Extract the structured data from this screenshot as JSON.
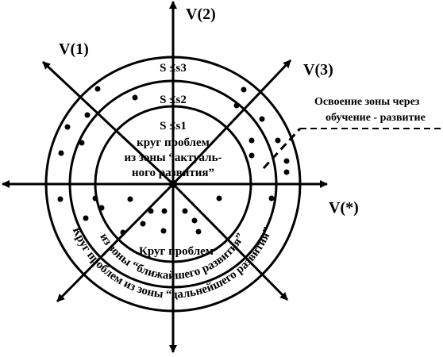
{
  "axes": {
    "v1": "V(1)",
    "v2": "V(2)",
    "v3": "V(3)",
    "vstar": "V(*)"
  },
  "levels": {
    "s3": "S ≤s3",
    "s2": "S ≤s2",
    "s1": "S ≤s1"
  },
  "inner_circle": {
    "line1": "круг проблем",
    "line2": "из зоны “актуаль-",
    "line3": "ного развития”"
  },
  "middle_circle": {
    "line1": "Круг проблем",
    "line2": "из зоны “ближайшего развития”"
  },
  "outer_circle": {
    "text": "Круг проблем из зоны “дальнейшего развития”"
  },
  "note": {
    "line1": "Освоение зоны через",
    "line2": "обучение - развитие"
  },
  "colors": {
    "ink": "#000000",
    "background": "#ffffff"
  }
}
